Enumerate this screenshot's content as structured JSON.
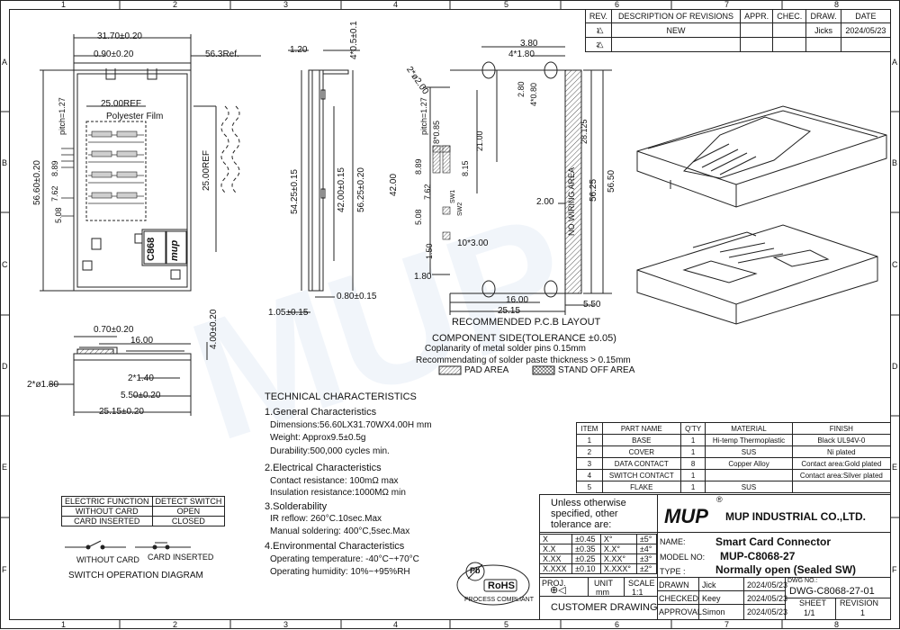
{
  "border": {
    "cols": [
      "1",
      "2",
      "3",
      "4",
      "5",
      "6",
      "7",
      "8"
    ],
    "rows": [
      "A",
      "B",
      "C",
      "D",
      "E",
      "F"
    ]
  },
  "revisions": {
    "headers": [
      "REV.",
      "DESCRIPTION OF REVISIONS",
      "APPR.",
      "CHEC.",
      "DRAW.",
      "DATE"
    ],
    "rows": [
      [
        "1",
        "NEW",
        "",
        "",
        "Jicks",
        "2024/05/23"
      ],
      [
        "2",
        "",
        "",
        "",
        "",
        ""
      ]
    ]
  },
  "top_view": {
    "dims": [
      "31.70±0.20",
      "0.90±0.20",
      "56.3Ref.",
      "25.00REF",
      "Polyester Film",
      "pitch=1.27",
      "8.89",
      "7.62",
      "5.08",
      "56.60±0.20",
      "25.00REF"
    ],
    "logo_text": "C868",
    "logo_mark": "mup"
  },
  "side_view": {
    "dims": [
      "1.20",
      "4*0.5±0.1",
      "54.25±0.15",
      "42.00±0.15",
      "56.25±0.20",
      "0.80±0.15",
      "1.05±0.15"
    ]
  },
  "pcb": {
    "dims": [
      "3.80",
      "4*1.80",
      "2*ø2.00",
      "2.80",
      "4*0.80",
      "pitch=1.27",
      "8*0.85",
      "21.00",
      "28.125",
      "8.89",
      "8.15",
      "7.62",
      "42.00",
      "56.25",
      "56.50",
      "2.00",
      "5.08",
      "SW1",
      "SW2",
      "10*3.00",
      "1.50",
      "1.80",
      "16.00",
      "25.15",
      "5.50"
    ],
    "wiring_label": "NO WIRING AREA",
    "title": "RECOMMENDED P.C.B LAYOUT",
    "component_side": "COMPONENT SIDE(TOLERANCE ±0.05)",
    "coplanarity": "Coplanarity of metal solder pins 0.15mm",
    "paste": "Recommendating of  solder paste thickness > 0.15mm",
    "pad_area": "PAD AREA",
    "standoff_area": "STAND OFF AREA"
  },
  "front_view": {
    "dims": [
      "0.70±0.20",
      "16.00",
      "4.00±0.20",
      "2*ø1.80",
      "2*1.40",
      "5.50±0.20",
      "25.15±0.20"
    ]
  },
  "watermark": "MUP",
  "tech": {
    "title": "TECHNICAL CHARACTERISTICS",
    "general_title": "1.General Characteristics",
    "general": [
      "Dimensions:56.60LX31.70WX4.00H  mm",
      "Weight: Approx9.5±0.5g",
      "Durability:500,000  cycles min."
    ],
    "electrical_title": "2.Electrical  Characteristics",
    "electrical": [
      "Contact  resistance: 100mΩ  max",
      "Insulation  resistance:1000MΩ  min"
    ],
    "solder_title": "3.Solderability",
    "solder": [
      "IR  reflow: 260°C.10sec.Max",
      "Manual  soldering: 400°C,5sec.Max"
    ],
    "env_title": "4.Environmental  Characteristics",
    "env": [
      "Operating  temperature: -40°C~+70°C",
      "Operating  humidity: 10%~+95%RH"
    ]
  },
  "switch_table": {
    "headers": [
      "ELECTRIC FUNCTION",
      "DETECT SWITCH"
    ],
    "rows": [
      [
        "WITHOUT CARD",
        "OPEN"
      ],
      [
        "CARD INSERTED",
        "CLOSED"
      ]
    ]
  },
  "switch_diagram": {
    "without": "WITHOUT CARD",
    "inserted": "CARD INSERTED",
    "title": "SWITCH  OPERATION  DIAGRAM"
  },
  "bom": {
    "headers": [
      "ITEM",
      "PART NAME",
      "Q'TY",
      "MATERIAL",
      "FINISH"
    ],
    "rows": [
      [
        "1",
        "BASE",
        "1",
        "Hi-temp Thermoplastic",
        "Black UL94V-0"
      ],
      [
        "2",
        "COVER",
        "1",
        "SUS",
        "Ni plated"
      ],
      [
        "3",
        "DATA CONTACT",
        "8",
        "Copper Alloy",
        "Contact area:Gold plated"
      ],
      [
        "4",
        "SWITCH CONTACT",
        "1",
        "",
        "Contact area:Silver plated"
      ],
      [
        "5",
        "FLAKE",
        "1",
        "SUS",
        ""
      ]
    ]
  },
  "title_block": {
    "tolerance_intro": [
      "Unless  otherwise",
      "specified,  other",
      "tolerance  are:"
    ],
    "tolerances": [
      [
        "X",
        "±0.45",
        "X°",
        "±5°"
      ],
      [
        "X.X",
        "±0.35",
        "X.X°",
        "±4°"
      ],
      [
        "X.XX",
        "±0.25",
        "X.XX°",
        "±3°"
      ],
      [
        "X.XXX",
        "±0.10",
        "X.XXX°",
        "±2°"
      ]
    ],
    "registered": "®",
    "logo": "MUP",
    "company": "MUP INDUSTRIAL CO.,LTD.",
    "name_label": "NAME:",
    "name_value": "Smart Card Connector",
    "model_label": "MODEL NO:",
    "model_value": "MUP-C8068-27",
    "type_label": "TYPE :",
    "type_value": "Normally open (Sealed SW)",
    "proj_label": "PROJ.",
    "unit_label": "UNIT",
    "unit_value": "mm",
    "scale_label": "SCALE",
    "scale_value": "1:1",
    "drawn_label": "DRAWN",
    "drawn_name": "Jick",
    "drawn_date": "2024/05/23",
    "checked_label": "CHECKED",
    "checked_name": "Keey",
    "checked_date": "2024/05/23",
    "approval_label": "APPROVAL",
    "approval_name": "Simon",
    "approval_date": "2024/05/23",
    "dwg_label": "DWG NO.:",
    "dwg_value": "DWG-C8068-27-01",
    "sheet_label": "SHEET",
    "sheet_value": "1/1",
    "revision_label": "REVISION",
    "revision_value": "1",
    "customer_drawing": "CUSTOMER  DRAWING",
    "rohs": "RoHS",
    "rohs_pb": "Pb",
    "rohs_caption": "PROCESS COMPLIANT"
  }
}
